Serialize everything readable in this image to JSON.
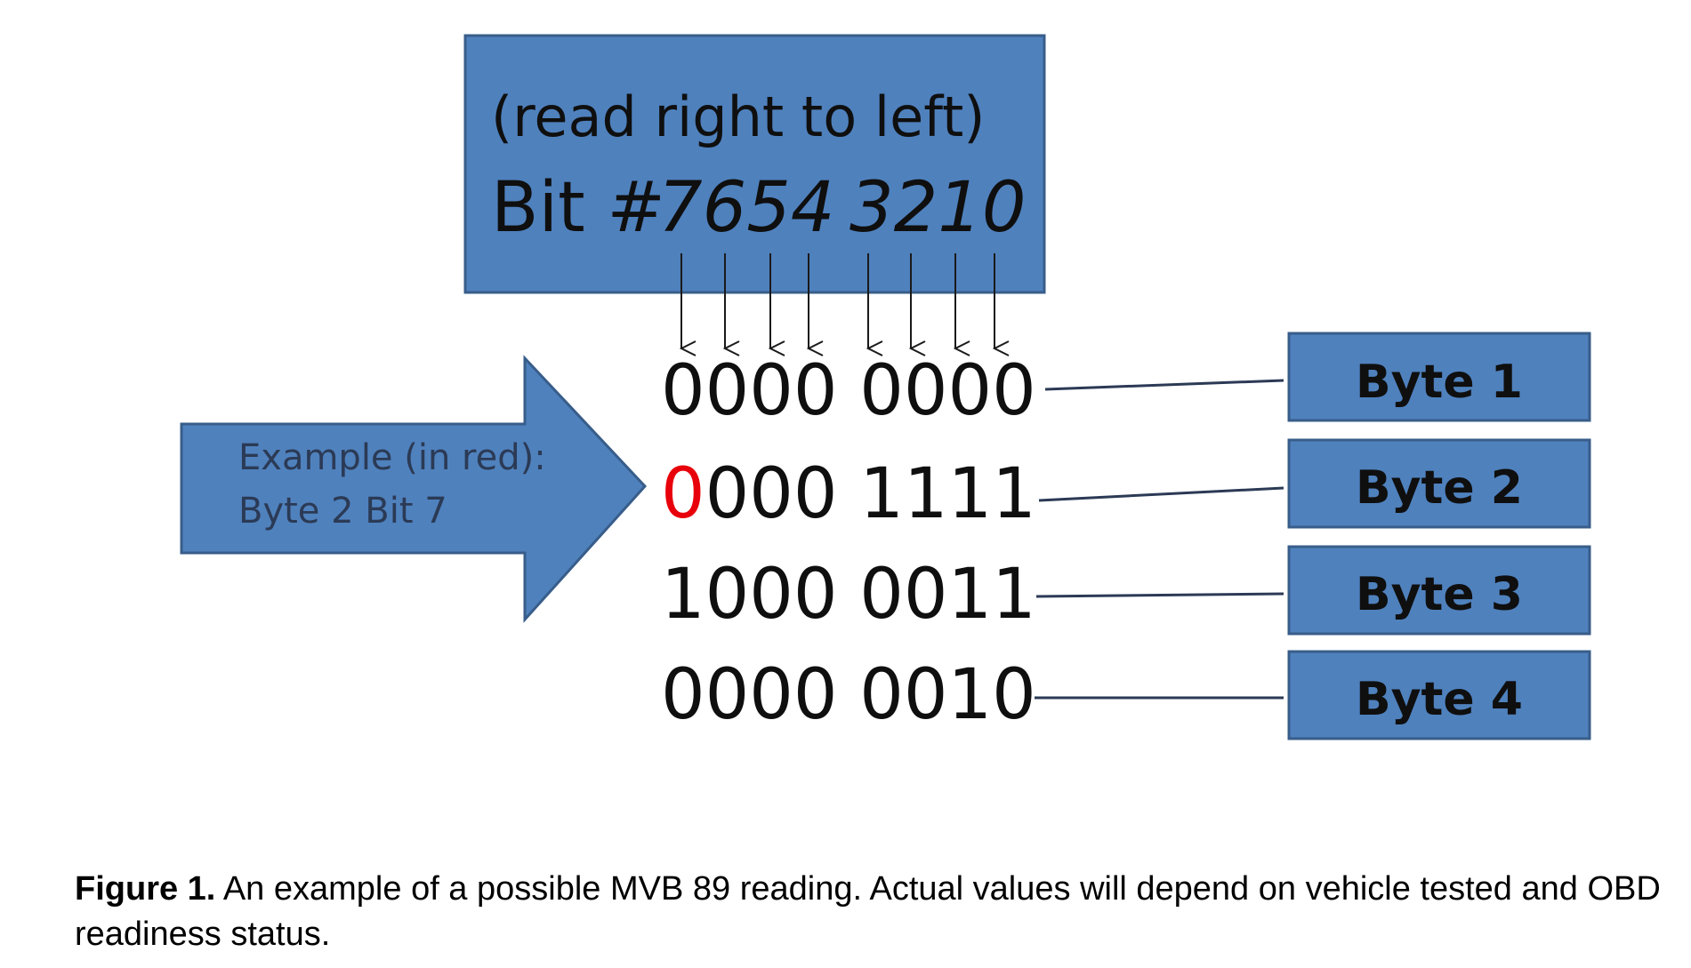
{
  "header_box": {
    "line1": "(read right to left)",
    "bit_prefix": "Bit #",
    "bit_high": "7654",
    "bit_low": "3210"
  },
  "example_arrow": {
    "line1": "Example (in red):",
    "line2": "Byte 2 Bit 7"
  },
  "rows": [
    {
      "bits_first": "",
      "bits_rest": "0000 0000",
      "label": "Byte 1"
    },
    {
      "bits_first": "0",
      "bits_rest": "000 1111",
      "label": "Byte 2"
    },
    {
      "bits_first": "",
      "bits_rest": "1000 0011",
      "label": "Byte 3"
    },
    {
      "bits_first": "",
      "bits_rest": "0000 0010",
      "label": "Byte 4"
    }
  ],
  "caption": {
    "lead": "Figure 1.",
    "text": " An example of a possible MVB 89 reading. Actual values will depend on vehicle tested and OBD readiness status."
  },
  "colors": {
    "box_fill": "#4F81BD",
    "box_stroke": "#385D8A",
    "highlight": "#E8000B",
    "text": "#0F0F0F"
  }
}
